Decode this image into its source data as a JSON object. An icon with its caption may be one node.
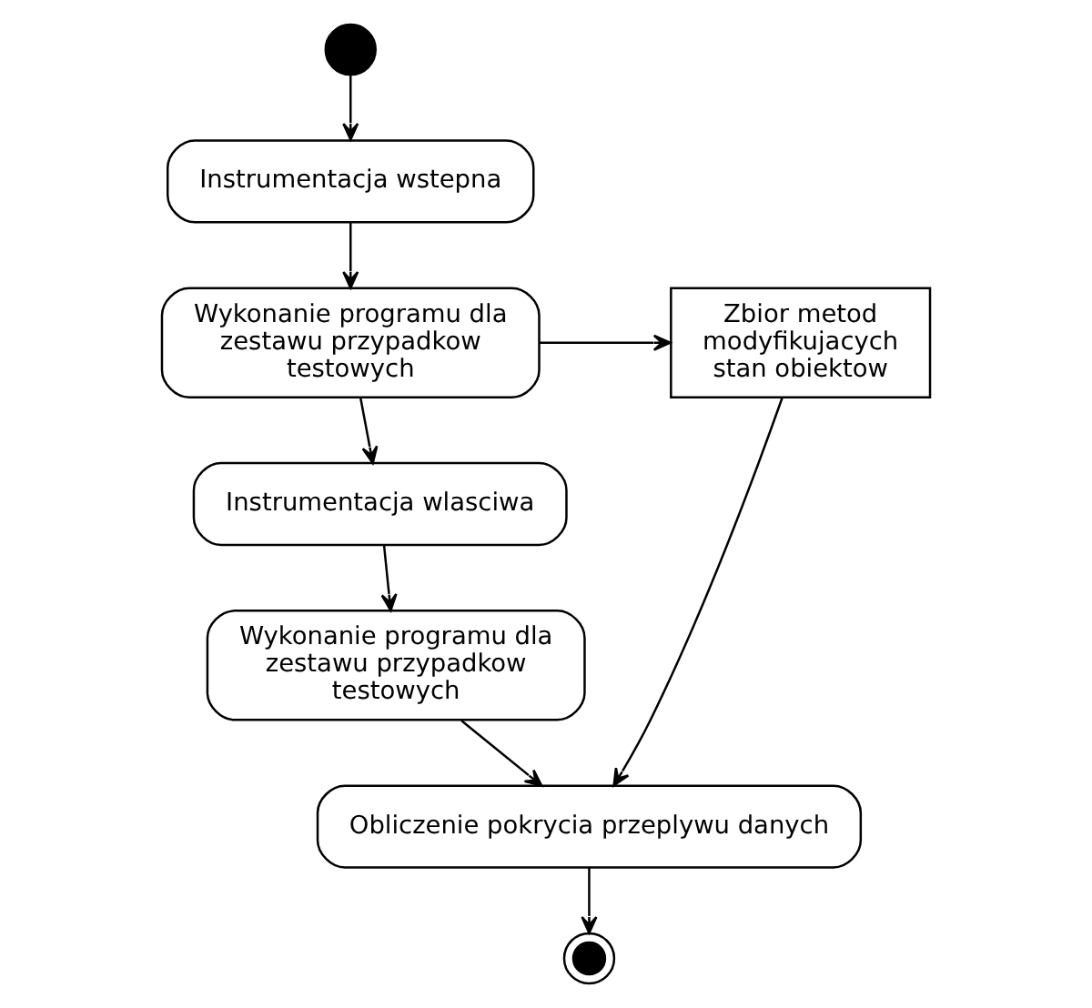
{
  "diagram": {
    "nodes": [
      {
        "text": [],
        "shape": "circle"
      },
      {
        "text": [
          "Instrumentacja wstepna"
        ]
      },
      {
        "text": [
          "Wykonanie programu dla zestawu przypadkow testowych"
        ]
      },
      {
        "text": [
          "Zbior metod modyfikujacych stan obiektow"
        ]
      },
      {
        "text": [
          "Instrumentacja wlasciwa"
        ]
      },
      {
        "text": [
          "Wykonanie programu dla zestawu przypadkow testowych"
        ]
      },
      {
        "text": [
          "Obliczenie pokrycia przeplywu danych"
        ]
      },
      {
        "text": [],
        "shape": "circle"
      }
    ],
    "edges": [
      {
        "from": 0,
        "to": 1,
        "arrow": "to"
      },
      {
        "from": 1,
        "to": 2,
        "arrow": "to"
      },
      {
        "from": 2,
        "to": 3,
        "arrow": "to"
      },
      {
        "from": 2,
        "to": 4,
        "arrow": "to"
      },
      {
        "from": 4,
        "to": 5,
        "arrow": "to"
      },
      {
        "from": 5,
        "to": 6,
        "arrow": "to"
      },
      {
        "from": 3,
        "to": 6,
        "arrow": "to"
      },
      {
        "from": 6,
        "to": 7,
        "arrow": "to"
      }
    ]
  }
}
